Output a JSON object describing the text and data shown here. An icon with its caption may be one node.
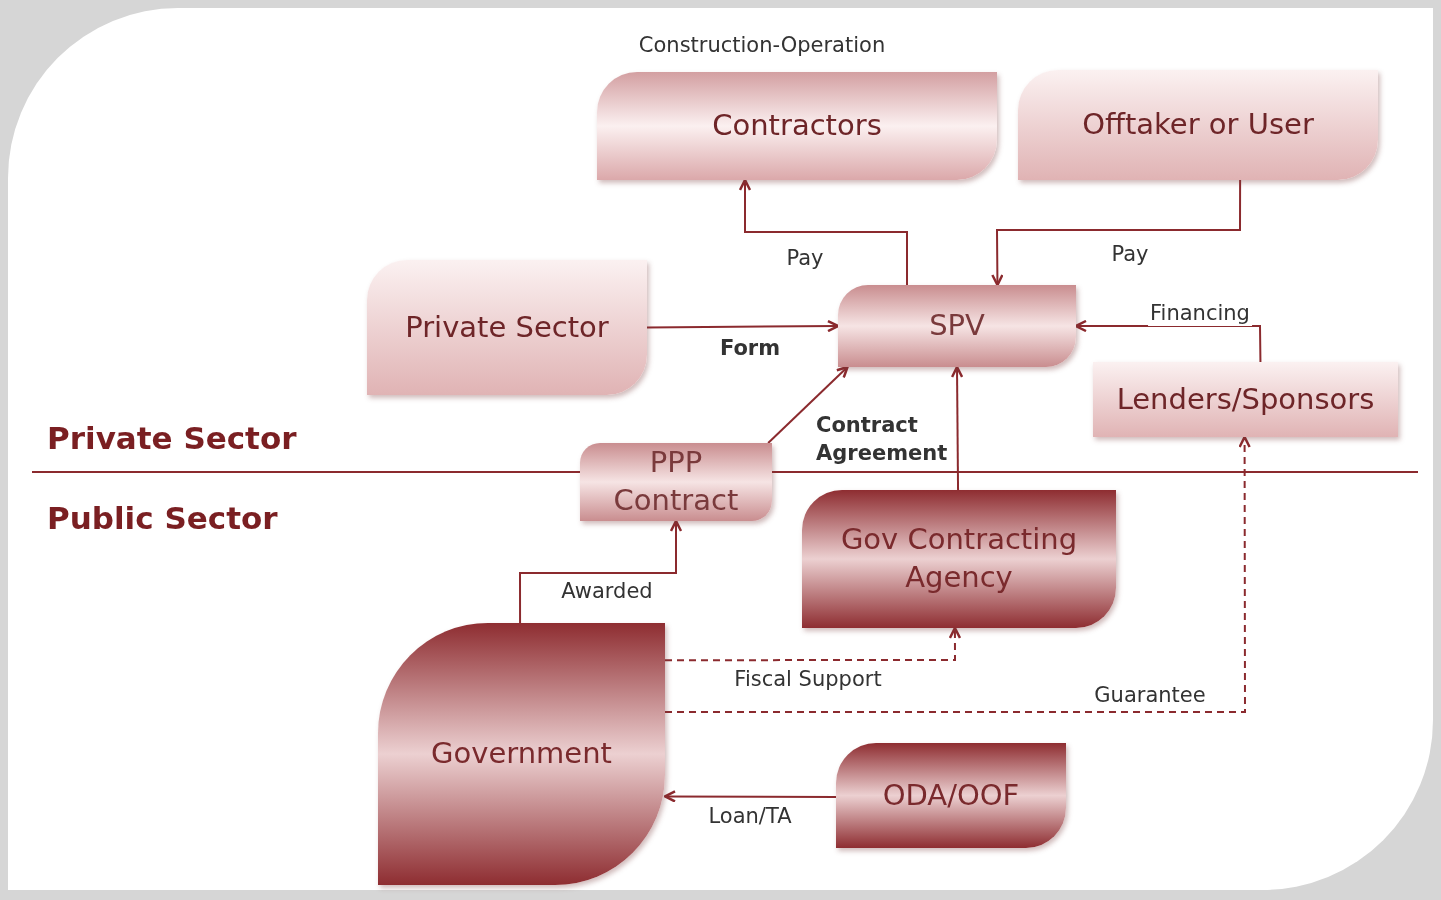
{
  "diagram": {
    "nodes": [
      {
        "text": [
          "Contractors"
        ],
        "beside": [
          "Construction-Operation"
        ]
      },
      {
        "text": [
          "Offtaker or User"
        ]
      },
      {
        "text": [
          "Private Sector"
        ]
      },
      {
        "text": [
          "SPV"
        ]
      },
      {
        "text": [
          "Lenders/Sponsors"
        ]
      },
      {
        "text": [
          "PPP Contract"
        ]
      },
      {
        "text": [
          "Gov Contracting Agency"
        ]
      },
      {
        "text": [
          "Government"
        ]
      },
      {
        "text": [
          "ODA/OOF"
        ]
      }
    ],
    "edges": [
      {
        "from": 3,
        "to": 0,
        "arrow": "to",
        "label": "Pay"
      },
      {
        "from": 1,
        "to": 3,
        "arrow": "to",
        "label": "Pay"
      },
      {
        "from": 2,
        "to": 3,
        "arrow": "to",
        "label": "Form"
      },
      {
        "from": 4,
        "to": 3,
        "arrow": "to",
        "label": "Financing"
      },
      {
        "from": 5,
        "to": 3,
        "arrow": "to",
        "label": "Contract Agreement"
      },
      {
        "from": 6,
        "to": 3,
        "arrow": "to"
      },
      {
        "from": 7,
        "to": 5,
        "arrow": "to",
        "label": "Awarded"
      },
      {
        "from": 7,
        "to": 6,
        "arrow": "to",
        "label": "Fiscal Support",
        "style": "dashed"
      },
      {
        "from": 7,
        "to": 4,
        "arrow": "to",
        "label": "Guarantee",
        "style": "dashed"
      },
      {
        "from": 8,
        "to": 7,
        "arrow": "to",
        "label": "Loan/TA"
      }
    ],
    "labels": [
      "Private Sector",
      "Public Sector"
    ]
  }
}
